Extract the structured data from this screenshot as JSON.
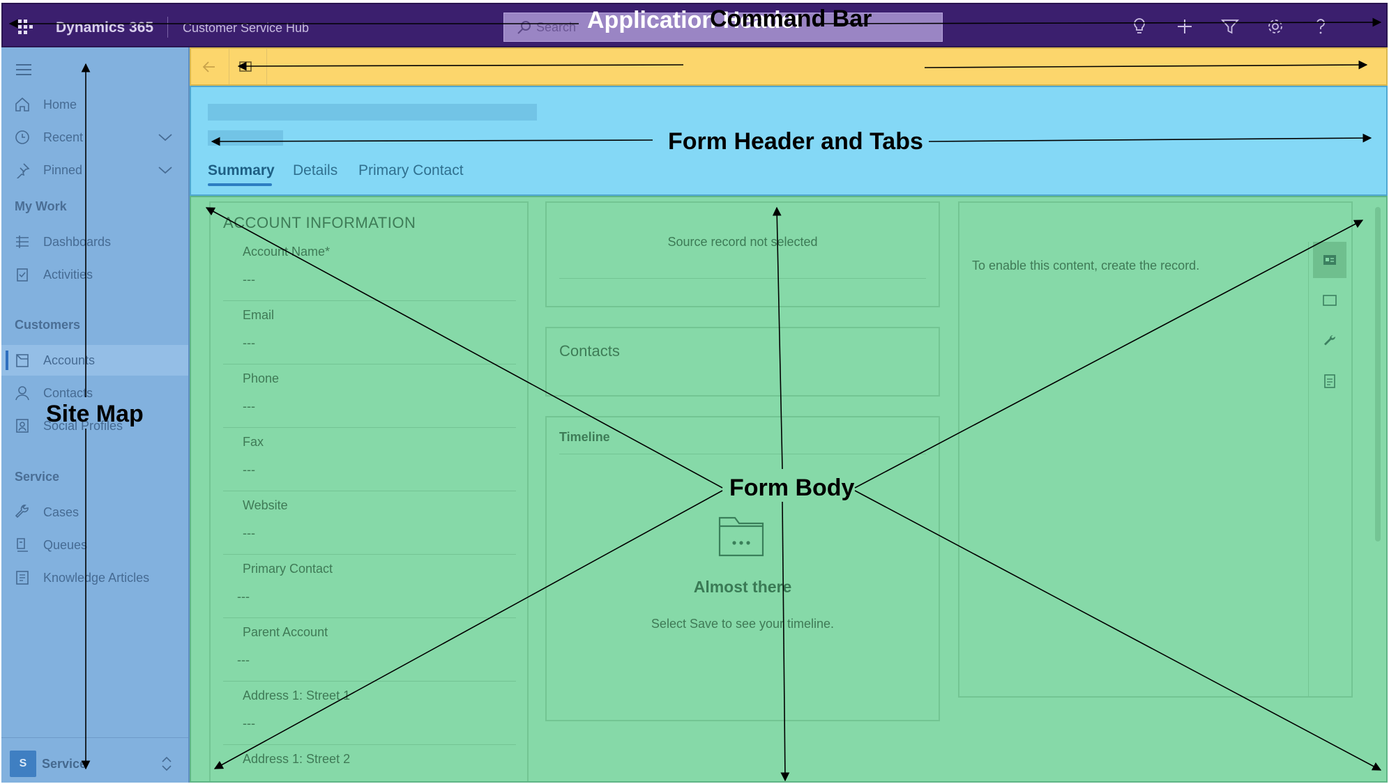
{
  "header": {
    "brand": "Dynamics 365",
    "app_name": "Customer Service Hub",
    "search_placeholder": "Search",
    "overlay_label": "Application Header",
    "icons": [
      "lightbulb-icon",
      "plus-icon",
      "filter-icon",
      "gear-icon",
      "help-icon"
    ]
  },
  "command_bar": {
    "overlay_label": "Command Bar"
  },
  "sitemap": {
    "overlay_label": "Site Map",
    "items": [
      {
        "label": "Home",
        "icon": "home-icon"
      },
      {
        "label": "Recent",
        "icon": "clock-icon",
        "expandable": true
      },
      {
        "label": "Pinned",
        "icon": "pin-icon",
        "expandable": true
      }
    ],
    "groups": [
      {
        "title": "My Work",
        "items": [
          {
            "label": "Dashboards",
            "icon": "dashboard-icon"
          },
          {
            "label": "Activities",
            "icon": "clipboard-icon"
          }
        ]
      },
      {
        "title": "Customers",
        "items": [
          {
            "label": "Accounts",
            "icon": "account-icon",
            "selected": true
          },
          {
            "label": "Contacts",
            "icon": "person-icon"
          },
          {
            "label": "Social Profiles",
            "icon": "social-profile-icon"
          }
        ]
      },
      {
        "title": "Service",
        "items": [
          {
            "label": "Cases",
            "icon": "wrench-icon"
          },
          {
            "label": "Queues",
            "icon": "queue-icon"
          },
          {
            "label": "Knowledge Articles",
            "icon": "article-icon"
          }
        ]
      }
    ],
    "area": {
      "badge": "S",
      "name": "Service"
    }
  },
  "form_header": {
    "overlay_label": "Form Header and Tabs",
    "tabs": [
      "Summary",
      "Details",
      "Primary Contact"
    ],
    "active_tab": "Summary"
  },
  "form_body": {
    "overlay_label": "Form Body",
    "section_title": "ACCOUNT INFORMATION",
    "fields": [
      {
        "label": "Account Name*",
        "value": "---"
      },
      {
        "label": "Email",
        "value": "---"
      },
      {
        "label": "Phone",
        "value": "---"
      },
      {
        "label": "Fax",
        "value": "---"
      },
      {
        "label": "Website",
        "value": "---"
      },
      {
        "label": "Primary Contact",
        "value": "---"
      },
      {
        "label": "Parent Account",
        "value": "---"
      },
      {
        "label": "Address 1: Street 1",
        "value": "---"
      },
      {
        "label": "Address 1: Street 2",
        "value": ""
      }
    ],
    "source_record": "Source record not selected",
    "contacts_title": "Contacts",
    "timeline": {
      "title": "Timeline",
      "heading": "Almost there",
      "subtext": "Select Save to see your timeline."
    },
    "right_panel_message": "To enable this content, create the record.",
    "rail_icons": [
      "contact-card-icon",
      "window-icon",
      "wrench-icon",
      "document-icon"
    ]
  },
  "colors": {
    "header": "#3b1f6e",
    "sitemap": "#82b1de",
    "command_bar": "#fcd66c",
    "form_header": "#84d8f6",
    "form_body": "#86d9a8"
  }
}
